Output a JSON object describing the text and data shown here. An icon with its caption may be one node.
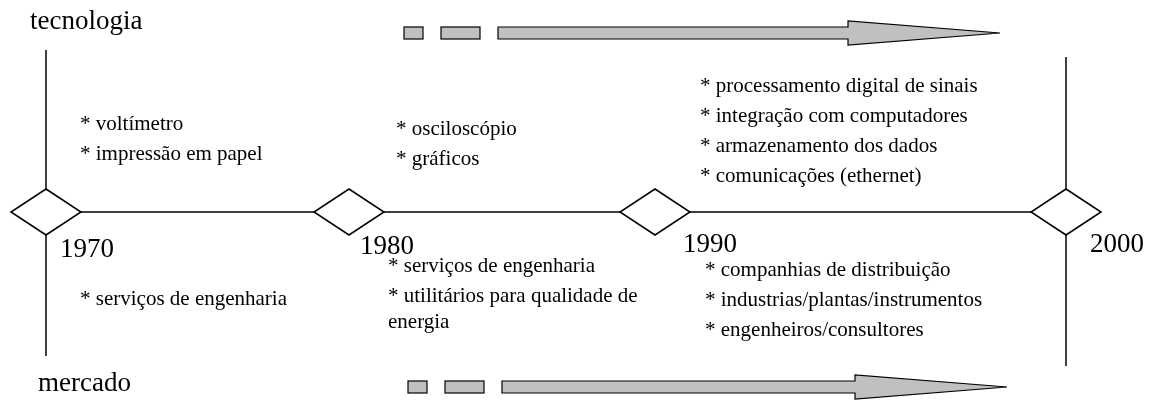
{
  "diagram": {
    "nodes": [
      {
        "text": [],
        "shape": "diamond",
        "beside": [
          "1970"
        ]
      },
      {
        "text": [],
        "shape": "diamond",
        "beside": [
          "1980"
        ]
      },
      {
        "text": [],
        "shape": "diamond",
        "beside": [
          "1990"
        ]
      },
      {
        "text": [],
        "shape": "diamond",
        "beside": [
          "2000"
        ]
      }
    ],
    "edges": [
      {
        "from": 0,
        "to": 1,
        "arrow": "none"
      },
      {
        "from": 1,
        "to": 2,
        "arrow": "none"
      },
      {
        "from": 2,
        "to": 3,
        "arrow": "none"
      }
    ],
    "labels": [
      "tecnologia",
      "* voltímetro",
      "* impressão em papel",
      "* osciloscópio",
      "* gráficos",
      "* processamento digital de sinais",
      "* integração com computadores",
      "* armazenamento dos dados",
      "* comunicações (ethernet)",
      "* serviços de engenharia",
      "* serviços de engenharia",
      "* utilitários para qualidade de energia",
      "* companhias de distribuição",
      "* industrias/plantas/instrumentos",
      "* engenheiros/consultores",
      "mercado"
    ]
  }
}
